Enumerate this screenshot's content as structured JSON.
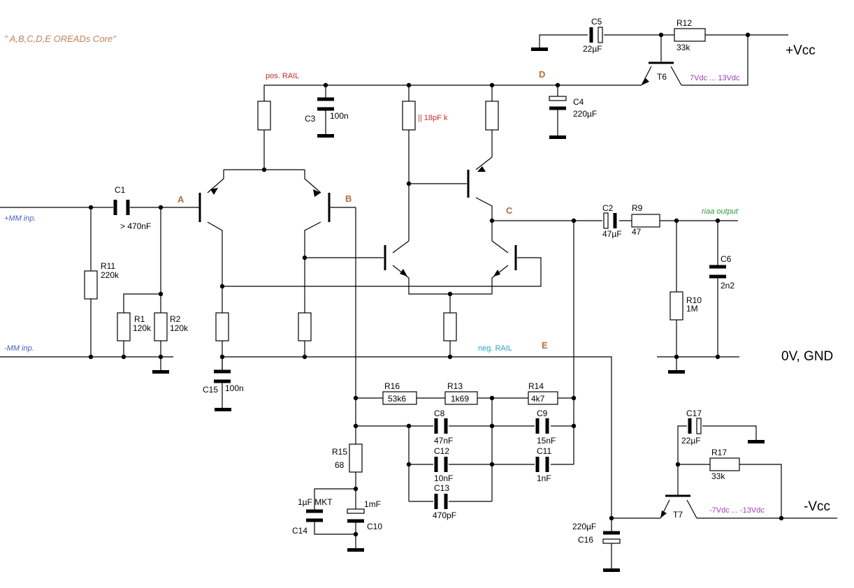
{
  "title": "\" A,B,C,D,E   OREADs Core\"",
  "nodes": {
    "a": "A",
    "b": "B",
    "c": "C",
    "d": "D",
    "e": "E"
  },
  "rails": {
    "pos_rail": "pos. RAIL",
    "neg_rail": "neg. RAIL",
    "vcc_pos": "+Vcc",
    "vcc_neg": "-Vcc",
    "gnd": "0V, GND",
    "range_pos": "7Vdc ... 13Vdc",
    "range_neg": "-7Vdc ... -13Vdc"
  },
  "io": {
    "in_pos": "+MM inp.",
    "in_neg": "-MM inp.",
    "out": "riaa output"
  },
  "notes": {
    "par_cap": "|| 18pF k"
  },
  "components": {
    "c1": {
      "ref": "C1",
      "value": "> 470nF"
    },
    "c2": {
      "ref": "C2",
      "value": "47µF"
    },
    "c3": {
      "ref": "C3",
      "value": "100n"
    },
    "c4": {
      "ref": "C4",
      "value": "220µF"
    },
    "c5": {
      "ref": "C5",
      "value": "22µF"
    },
    "c6": {
      "ref": "C6",
      "value": "2n2"
    },
    "c8": {
      "ref": "C8",
      "value": "47nF"
    },
    "c9": {
      "ref": "C9",
      "value": "15nF"
    },
    "c10": {
      "ref": "C10",
      "value": "1mF"
    },
    "c11": {
      "ref": "C11",
      "value": "1nF"
    },
    "c12": {
      "ref": "C12",
      "value": "10nF"
    },
    "c13": {
      "ref": "C13",
      "value": "470pF"
    },
    "c14": {
      "ref": "C14",
      "value": "1µF MKT"
    },
    "c15": {
      "ref": "C15",
      "value": "100n"
    },
    "c16": {
      "ref": "C16",
      "value": "220µF"
    },
    "c17": {
      "ref": "C17",
      "value": "22µF"
    },
    "r1": {
      "ref": "R1",
      "value": "120k"
    },
    "r2": {
      "ref": "R2",
      "value": "120k"
    },
    "r9": {
      "ref": "R9",
      "value": "47"
    },
    "r10": {
      "ref": "R10",
      "value": "1M"
    },
    "r11": {
      "ref": "R11",
      "value": "220k"
    },
    "r12": {
      "ref": "R12",
      "value": "33k"
    },
    "r13": {
      "ref": "R13",
      "value": "1k69"
    },
    "r14": {
      "ref": "R14",
      "value": "4k7"
    },
    "r15": {
      "ref": "R15",
      "value": "68"
    },
    "r16": {
      "ref": "R16",
      "value": "53k6"
    },
    "r17": {
      "ref": "R17",
      "value": "33k"
    },
    "t6": {
      "ref": "T6"
    },
    "t7": {
      "ref": "T7"
    }
  }
}
